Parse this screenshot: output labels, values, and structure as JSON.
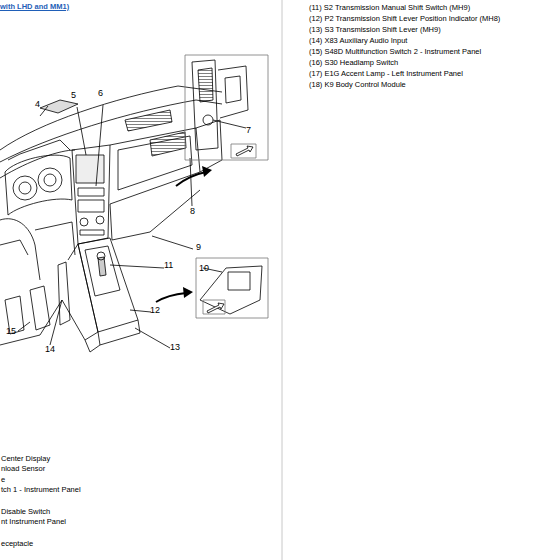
{
  "diagram": {
    "labels": [
      "with LHD and MM1)",
      "4",
      "5",
      "6",
      "7",
      "8",
      "9",
      "10",
      "11",
      "12",
      "13",
      "14",
      "15",
      "Center Display",
      "nload Sensor",
      "e",
      "tch 1 - Instrument Panel",
      "Disable Switch",
      "nt Instrument Panel",
      "eceptacle",
      "(11) S2 Transmission Manual Shift Switch (MH9)",
      "(12) P2 Transmission Shift Lever Position Indicator (MH8)",
      "(13) S3 Transmission Shift Lever (MH9)",
      "(14) X83 Auxiliary Audio Input",
      "(15) S48D Multifunction Switch 2 - Instrument Panel",
      "(16) S30 Headlamp Switch",
      "(17) E1G Accent Lamp - Left Instrument Panel",
      "(18) K9 Body Control Module"
    ]
  }
}
